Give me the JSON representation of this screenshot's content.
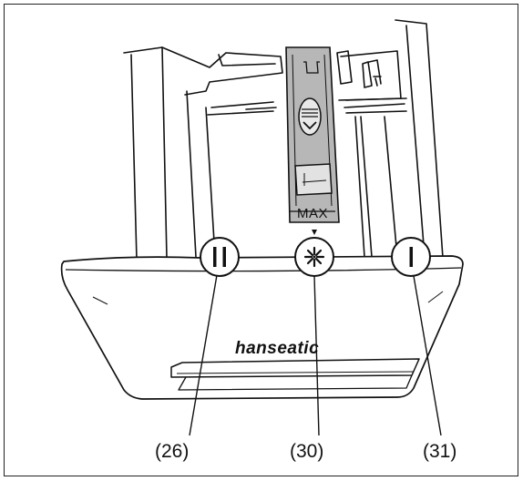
{
  "brand": "hanseatic",
  "max_label": "MAX",
  "callouts": [
    {
      "id": "26",
      "label": "(26)",
      "symbol": "II",
      "icon": "prewash-icon"
    },
    {
      "id": "30",
      "label": "(30)",
      "symbol": "",
      "icon": "softener-flower-icon"
    },
    {
      "id": "31",
      "label": "(31)",
      "symbol": "I",
      "icon": "mainwash-icon"
    }
  ],
  "colors": {
    "stroke": "#111111",
    "insert_fill": "#b7b7b7",
    "background": "#ffffff"
  }
}
